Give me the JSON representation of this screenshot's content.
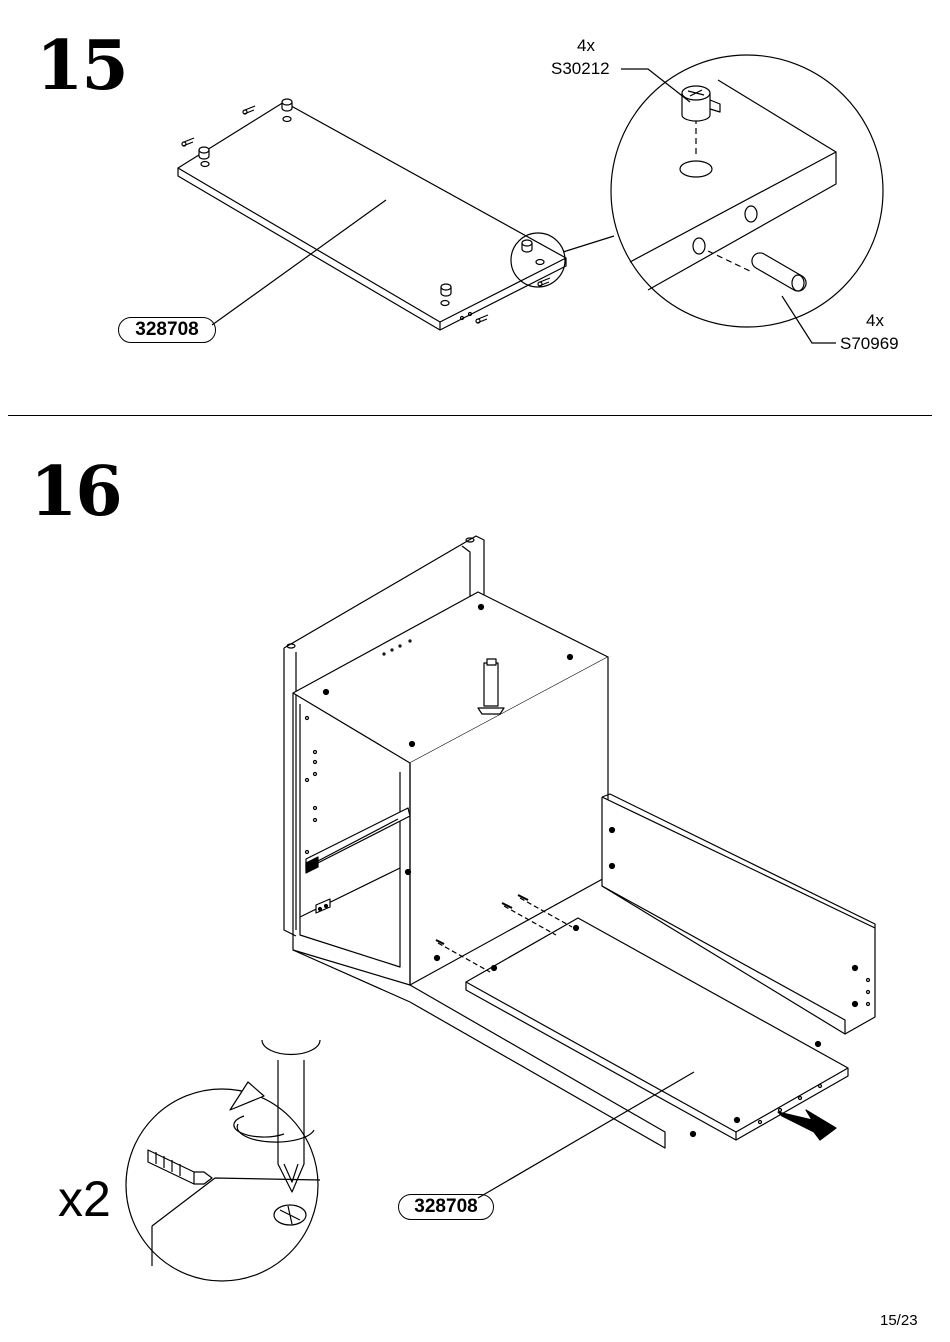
{
  "steps": [
    {
      "number": "15",
      "part_label": "328708",
      "hardware": [
        {
          "qty": "4x",
          "code": "S30212"
        },
        {
          "qty": "4x",
          "code": "S70969"
        }
      ]
    },
    {
      "number": "16",
      "part_label": "328708",
      "multiplier": "x2"
    }
  ],
  "page_number": "15/23",
  "icons": [
    "cam-lock-icon",
    "dowel-icon",
    "screwdriver-icon",
    "rotate-arrow-icon",
    "push-arrow-icon",
    "screw-icon"
  ]
}
